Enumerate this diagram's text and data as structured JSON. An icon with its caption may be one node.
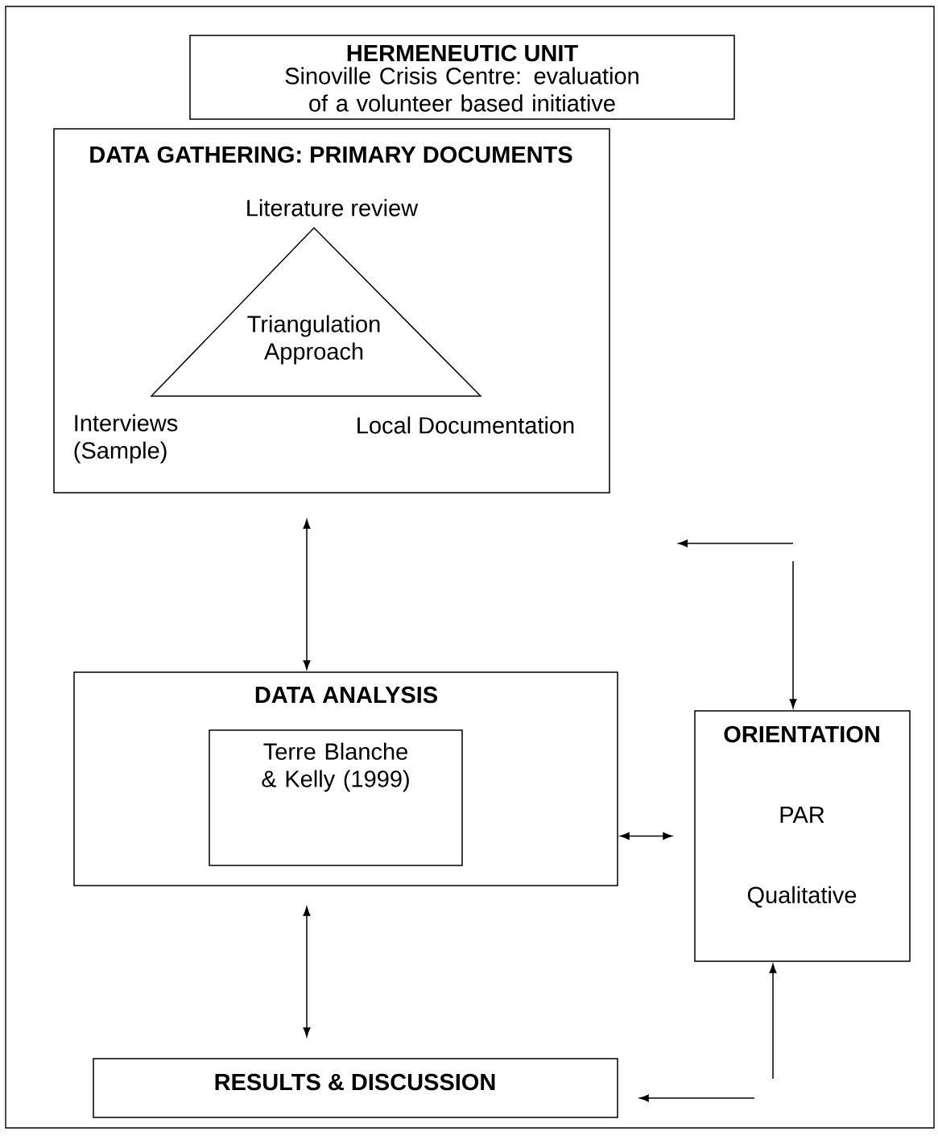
{
  "diagram": {
    "nodes": [
      {
        "text": [
          "HERMENEUTIC UNIT",
          "Sinoville Crisis Centre: evaluation of a volunteer based initiative"
        ]
      },
      {
        "text": [
          "DATA GATHERING: PRIMARY DOCUMENTS"
        ]
      },
      {
        "text": [
          "Triangulation Approach"
        ],
        "beside": [
          "Literature review",
          "Interviews (Sample)",
          "Local Documentation"
        ],
        "in": 1
      },
      {
        "text": [
          "DATA ANALYSIS"
        ]
      },
      {
        "text": [
          "Terre Blanche & Kelly (1999)"
        ],
        "in": 3
      },
      {
        "text": [
          "ORIENTATION",
          "PAR",
          "Qualitative"
        ]
      },
      {
        "text": [
          "RESULTS & DISCUSSION"
        ]
      }
    ],
    "edges": [
      {
        "from": 1,
        "to": 3,
        "arrow": "both"
      },
      {
        "from": 3,
        "to": 5,
        "arrow": "both"
      },
      {
        "from": 3,
        "to": 6,
        "arrow": "both"
      },
      {
        "from": null,
        "to": 5,
        "arrow": "to"
      },
      {
        "from": null,
        "to": 6,
        "arrow": "to"
      },
      {
        "from": null,
        "to": 5,
        "arrow": "to"
      }
    ]
  }
}
